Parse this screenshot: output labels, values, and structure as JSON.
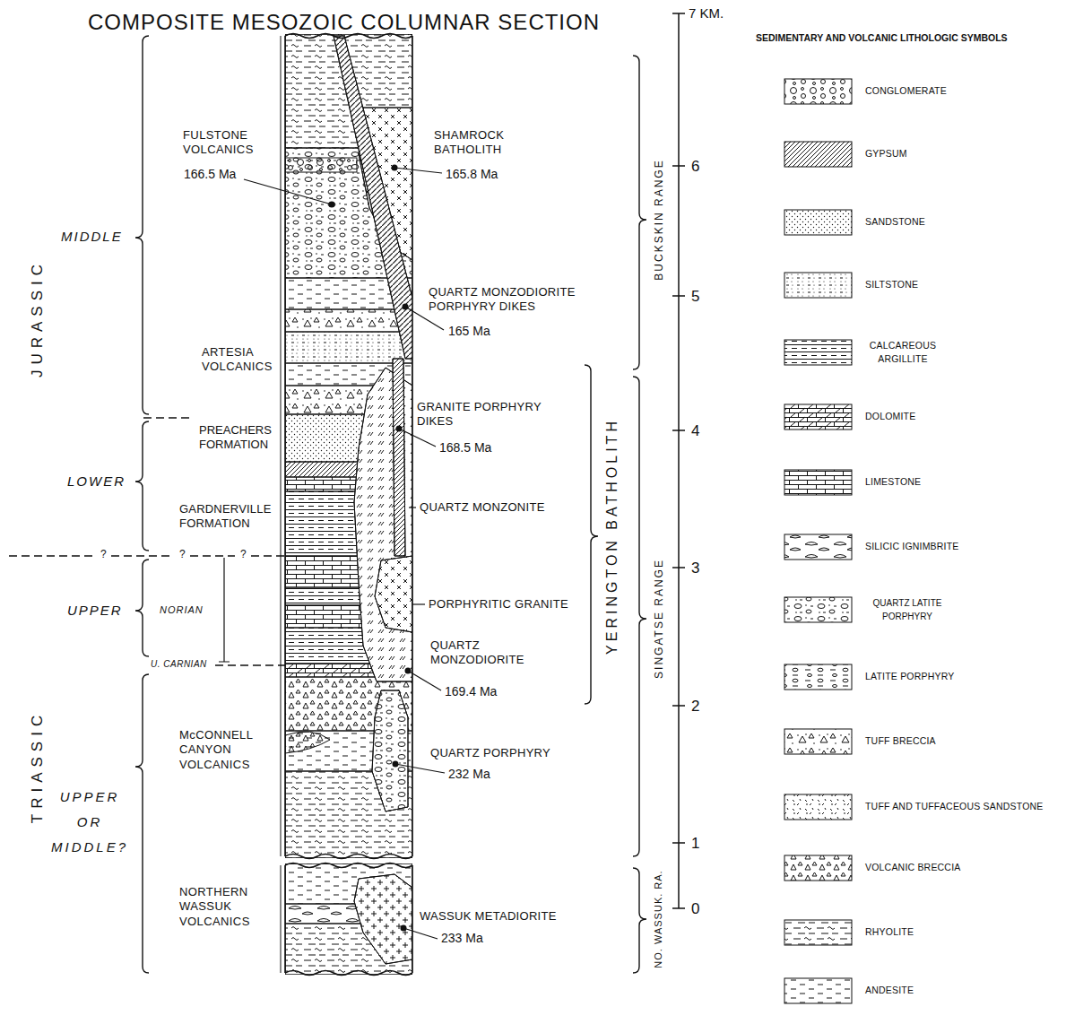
{
  "diagram": {
    "title": "COMPOSITE MESOZOIC COLUMNAR SECTION",
    "labels": [
      "JURASSIC",
      "MIDDLE",
      "LOWER",
      "UPPER",
      "NORIAN",
      "U. CARNIAN",
      "TRIASSIC",
      "UPPER OR MIDDLE?",
      "?",
      "?",
      "?",
      "FULSTONE VOLCANICS",
      "166.5 Ma",
      "ARTESIA VOLCANICS",
      "PREACHERS FORMATION",
      "GARDNERVILLE FORMATION",
      "McCONNELL CANYON VOLCANICS",
      "NORTHERN WASSUK VOLCANICS",
      "SHAMROCK BATHOLITH",
      "165.8 Ma",
      "QUARTZ MONZODIORITE PORPHYRY DIKES",
      "165 Ma",
      "GRANITE PORPHYRY DIKES",
      "168.5 Ma",
      "QUARTZ MONZONITE",
      "PORPHYRITIC GRANITE",
      "QUARTZ MONZODIORITE",
      "169.4 Ma",
      "QUARTZ PORPHYRY",
      "232 Ma",
      "WASSUK METADIORITE",
      "233 Ma",
      "YERINGTON BATHOLITH",
      "BUCKSKIN RANGE",
      "SINGATSE RANGE",
      "NO. WASSUK. RA.",
      "7 KM.",
      "6",
      "5",
      "4",
      "3",
      "2",
      "1",
      "0",
      "SEDIMENTARY AND VOLCANIC LITHOLOGIC SYMBOLS"
    ],
    "legend": [
      {
        "text": "CONGLOMERATE"
      },
      {
        "text": "GYPSUM"
      },
      {
        "text": "SANDSTONE"
      },
      {
        "text": "SILTSTONE"
      },
      {
        "text": "CALCAREOUS ARGILLITE"
      },
      {
        "text": "DOLOMITE"
      },
      {
        "text": "LIMESTONE"
      },
      {
        "text": "SILICIC IGNIMBRITE"
      },
      {
        "text": "QUARTZ LATITE PORPHYRY"
      },
      {
        "text": "LATITE PORPHYRY"
      },
      {
        "text": "TUFF BRECCIA"
      },
      {
        "text": "TUFF AND TUFFACEOUS SANDSTONE"
      },
      {
        "text": "VOLCANIC BRECCIA"
      },
      {
        "text": "RHYOLITE"
      },
      {
        "text": "ANDESITE"
      }
    ]
  }
}
